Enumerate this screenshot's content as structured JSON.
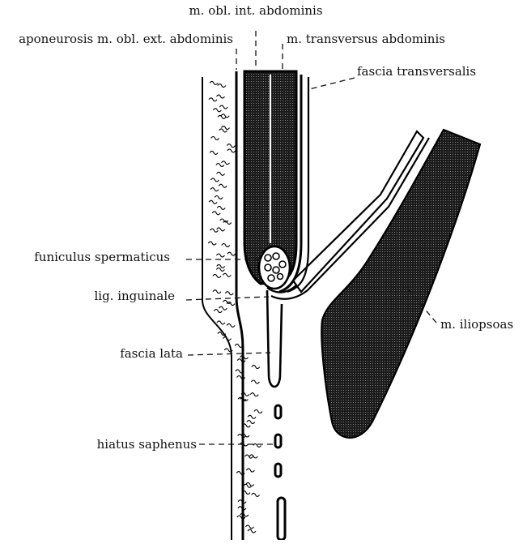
{
  "figure": {
    "labels": {
      "obl_int": "m. obl. int. abdominis",
      "obl_ext": "aponeurosis m. obl. ext. abdominis",
      "transversus": "m. transversus abdominis",
      "fascia_transversalis": "fascia transversalis",
      "funiculus": "funiculus spermaticus",
      "lig_inguinale": "lig. inguinale",
      "fascia_lata": "fascia lata",
      "hiatus": "hiatus saphenus",
      "iliopsoas": "m. iliopsoas"
    },
    "colors": {
      "ink": "#000000",
      "muscle_fill": "#2a2a2a",
      "background": "#ffffff"
    }
  }
}
